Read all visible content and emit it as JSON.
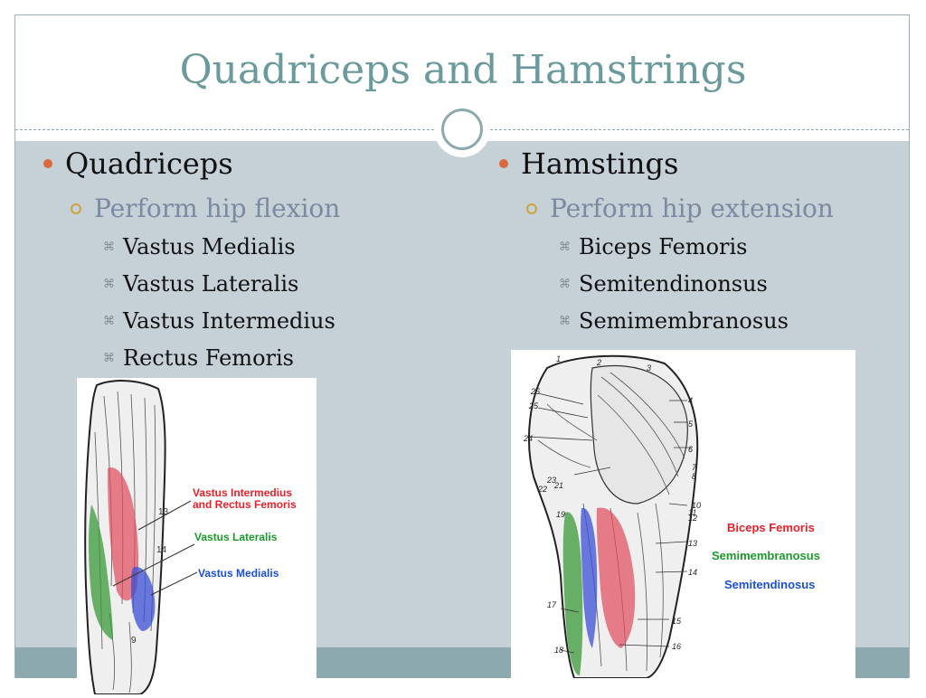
{
  "slide": {
    "title": "Quadriceps and Hamstrings"
  },
  "left": {
    "heading": "Quadriceps",
    "sub": "Perform hip flexion",
    "items": [
      "Vastus Medialis",
      "Vastus Lateralis",
      "Vastus Intermedius",
      "Rectus Femoris"
    ],
    "figure": {
      "label_red": "Vastus Intermedius\nand Rectus Femoris",
      "label_red_line1": "Vastus Intermedius",
      "label_red_line2": "and Rectus Femoris",
      "label_green": "Vastus Lateralis",
      "label_blue": "Vastus Medialis",
      "number_labels": [
        "13",
        "14",
        "9"
      ]
    }
  },
  "right": {
    "heading": "Hamstings",
    "sub": "Perform hip extension",
    "items": [
      "Biceps Femoris",
      "Semitendinonsus",
      "Semimembranosus"
    ],
    "figure": {
      "label_red": "Biceps Femoris",
      "label_green": "Semimembranosus",
      "label_blue": "Semitendinosus",
      "number_labels": [
        "1",
        "2",
        "3",
        "4",
        "5",
        "6",
        "7",
        "8",
        "10",
        "11",
        "12",
        "13",
        "14",
        "15",
        "16",
        "17",
        "18",
        "19",
        "21",
        "22",
        "23",
        "24",
        "25",
        "26"
      ]
    }
  },
  "colors": {
    "title": "#6b9a9c",
    "content_bg": "#c5d0d7",
    "footer": "#8ca9ad",
    "bullet_l1": "#d86a3e",
    "bullet_l2": "#c9a73d",
    "label_red": "#e8202a",
    "label_green": "#1a9a2a",
    "label_blue": "#1a4fd6"
  }
}
